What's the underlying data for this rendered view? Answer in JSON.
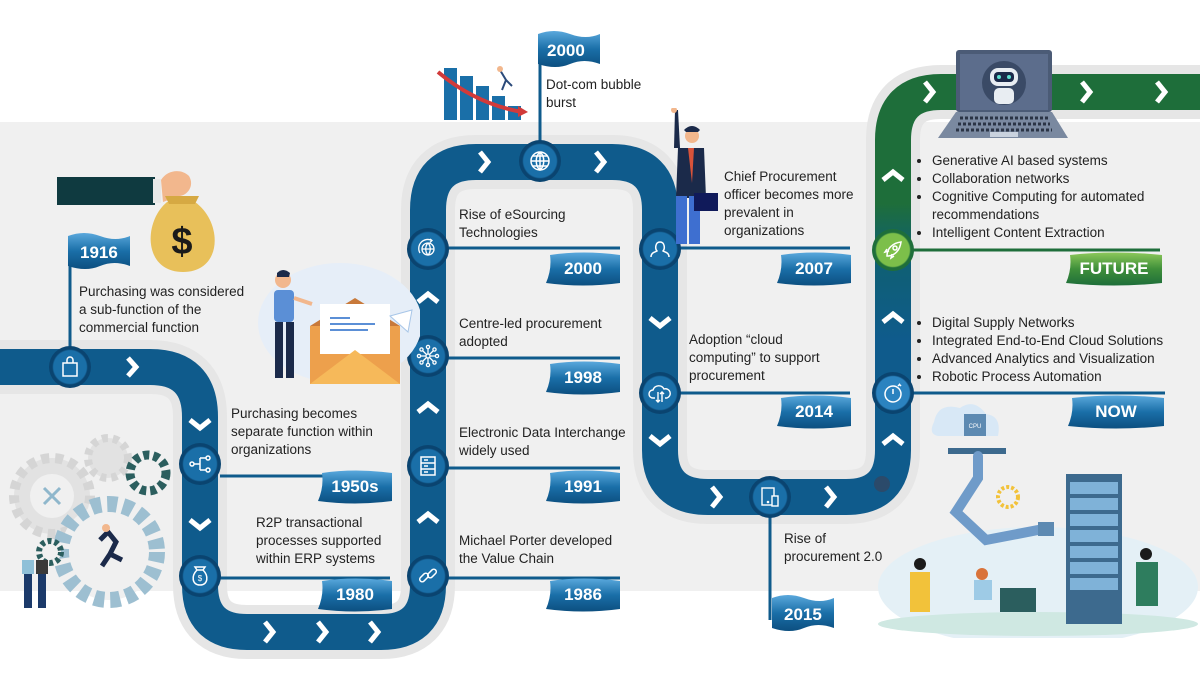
{
  "colors": {
    "road_blue": "#0f5b8c",
    "road_dark": "#0a4470",
    "road_green": "#1e6e3a",
    "node_green": "#6cae3e",
    "band_gray": "#f0f0f0",
    "text": "#222222"
  },
  "milestones": [
    {
      "year": "1916",
      "text": "Purchasing was considered a sub-function of the commercial function",
      "icon": "shopping-bag-icon"
    },
    {
      "year": "1950s",
      "text": "Purchasing becomes separate function within organizations",
      "icon": "hierarchy-icon"
    },
    {
      "year": "1980",
      "text": "R2P transactional processes supported within ERP systems",
      "icon": "money-bag-icon"
    },
    {
      "year": "1986",
      "text": "Michael Porter developed the Value Chain",
      "icon": "link-icon"
    },
    {
      "year": "1991",
      "text": "Electronic Data Interchange widely used",
      "icon": "server-icon"
    },
    {
      "year": "1998",
      "text": "Centre-led procurement adopted",
      "icon": "network-icon"
    },
    {
      "year": "2000",
      "text": "Rise of eSourcing Technologies",
      "icon": "globe-refresh-icon"
    },
    {
      "year": "2000",
      "text": "Dot-com bubble burst",
      "icon": "globe-icon"
    },
    {
      "year": "2007",
      "text": "Chief Procurement officer becomes more prevalent in organizations",
      "icon": "user-icon"
    },
    {
      "year": "2014",
      "text": "Adoption “cloud computing” to support procurement",
      "icon": "cloud-transfer-icon"
    },
    {
      "year": "2015",
      "text": "Rise of procurement 2.0",
      "icon": "devices-icon"
    }
  ],
  "now": {
    "label": "NOW",
    "icon": "stopwatch-icon",
    "items": [
      "Digital Supply Networks",
      "Integrated End-to-End Cloud Solutions",
      "Advanced Analytics and Visualization",
      "Robotic Process Automation"
    ]
  },
  "future": {
    "label": "FUTURE",
    "icon": "rocket-icon",
    "items": [
      "Generative AI based systems",
      "Collaboration networks",
      "Cognitive Computing for automated recommendations",
      "Intelligent Content Extraction"
    ]
  },
  "illustrations": {
    "money_bag_symbol": "$",
    "cpu_label": "CPU"
  }
}
